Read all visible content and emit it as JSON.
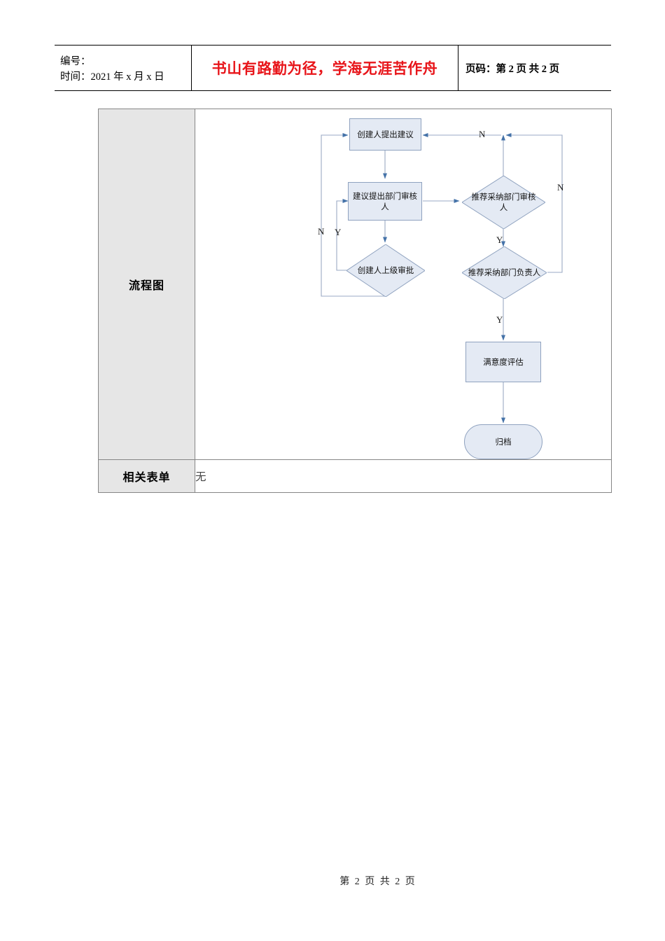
{
  "header": {
    "number_label": "编号：",
    "time_label": "时间：2021 年 x 月 x 日",
    "motto": "书山有路勤为径，学海无涯苦作舟",
    "page_info": "页码：第 2 页  共 2 页"
  },
  "table": {
    "rows": [
      {
        "label": "流程图",
        "value": ""
      },
      {
        "label": "相关表单",
        "value": "无"
      }
    ]
  },
  "flowchart": {
    "nodes": [
      {
        "id": "n1",
        "shape": "process",
        "text": "创建人提出建议"
      },
      {
        "id": "n2",
        "shape": "process",
        "text": "建议提出部门审核人"
      },
      {
        "id": "n3",
        "shape": "decision",
        "text": "创建人上级审批"
      },
      {
        "id": "n4",
        "shape": "decision",
        "text": "推荐采纳部门审核人"
      },
      {
        "id": "n5",
        "shape": "decision",
        "text": "推荐采纳部门负责人"
      },
      {
        "id": "n6",
        "shape": "process",
        "text": "满意度评估"
      },
      {
        "id": "n7",
        "shape": "terminator",
        "text": "归档"
      }
    ],
    "edge_labels": [
      {
        "id": "e1",
        "text": "N"
      },
      {
        "id": "e2",
        "text": "Y"
      },
      {
        "id": "e3",
        "text": "N"
      },
      {
        "id": "e4",
        "text": "N"
      },
      {
        "id": "e5",
        "text": "Y"
      },
      {
        "id": "e6",
        "text": "Y"
      }
    ],
    "colors": {
      "node_fill": "#e4eaf4",
      "node_stroke": "#8fa2bf",
      "connector": "#9aa9c4",
      "arrow": "#4472a8"
    }
  },
  "footer": {
    "page": "第 2 页  共 2 页"
  }
}
